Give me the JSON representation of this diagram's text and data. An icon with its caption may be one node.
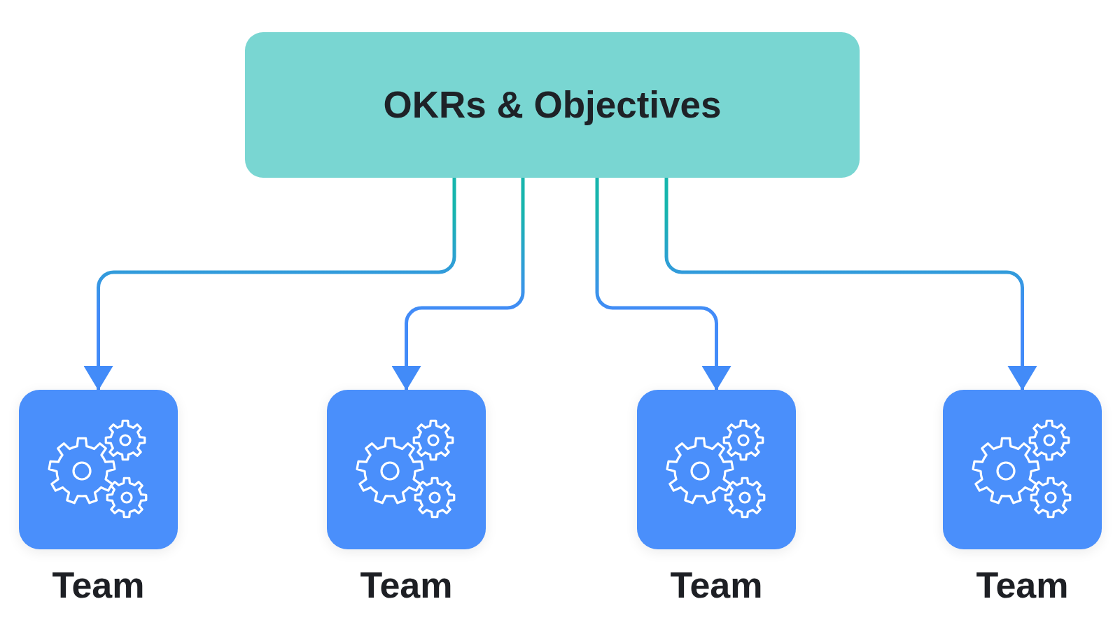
{
  "diagram": {
    "nodes": [
      {
        "text": [
          "OKRs & Objectives"
        ]
      },
      {
        "text": [
          "Team"
        ]
      },
      {
        "text": [
          "Team"
        ]
      },
      {
        "text": [
          "Team"
        ]
      },
      {
        "text": [
          "Team"
        ]
      }
    ],
    "edges": [
      {
        "from": 0,
        "to": 1,
        "arrow": "to"
      },
      {
        "from": 0,
        "to": 2,
        "arrow": "to"
      },
      {
        "from": 0,
        "to": 3,
        "arrow": "to"
      },
      {
        "from": 0,
        "to": 4,
        "arrow": "to"
      }
    ]
  }
}
